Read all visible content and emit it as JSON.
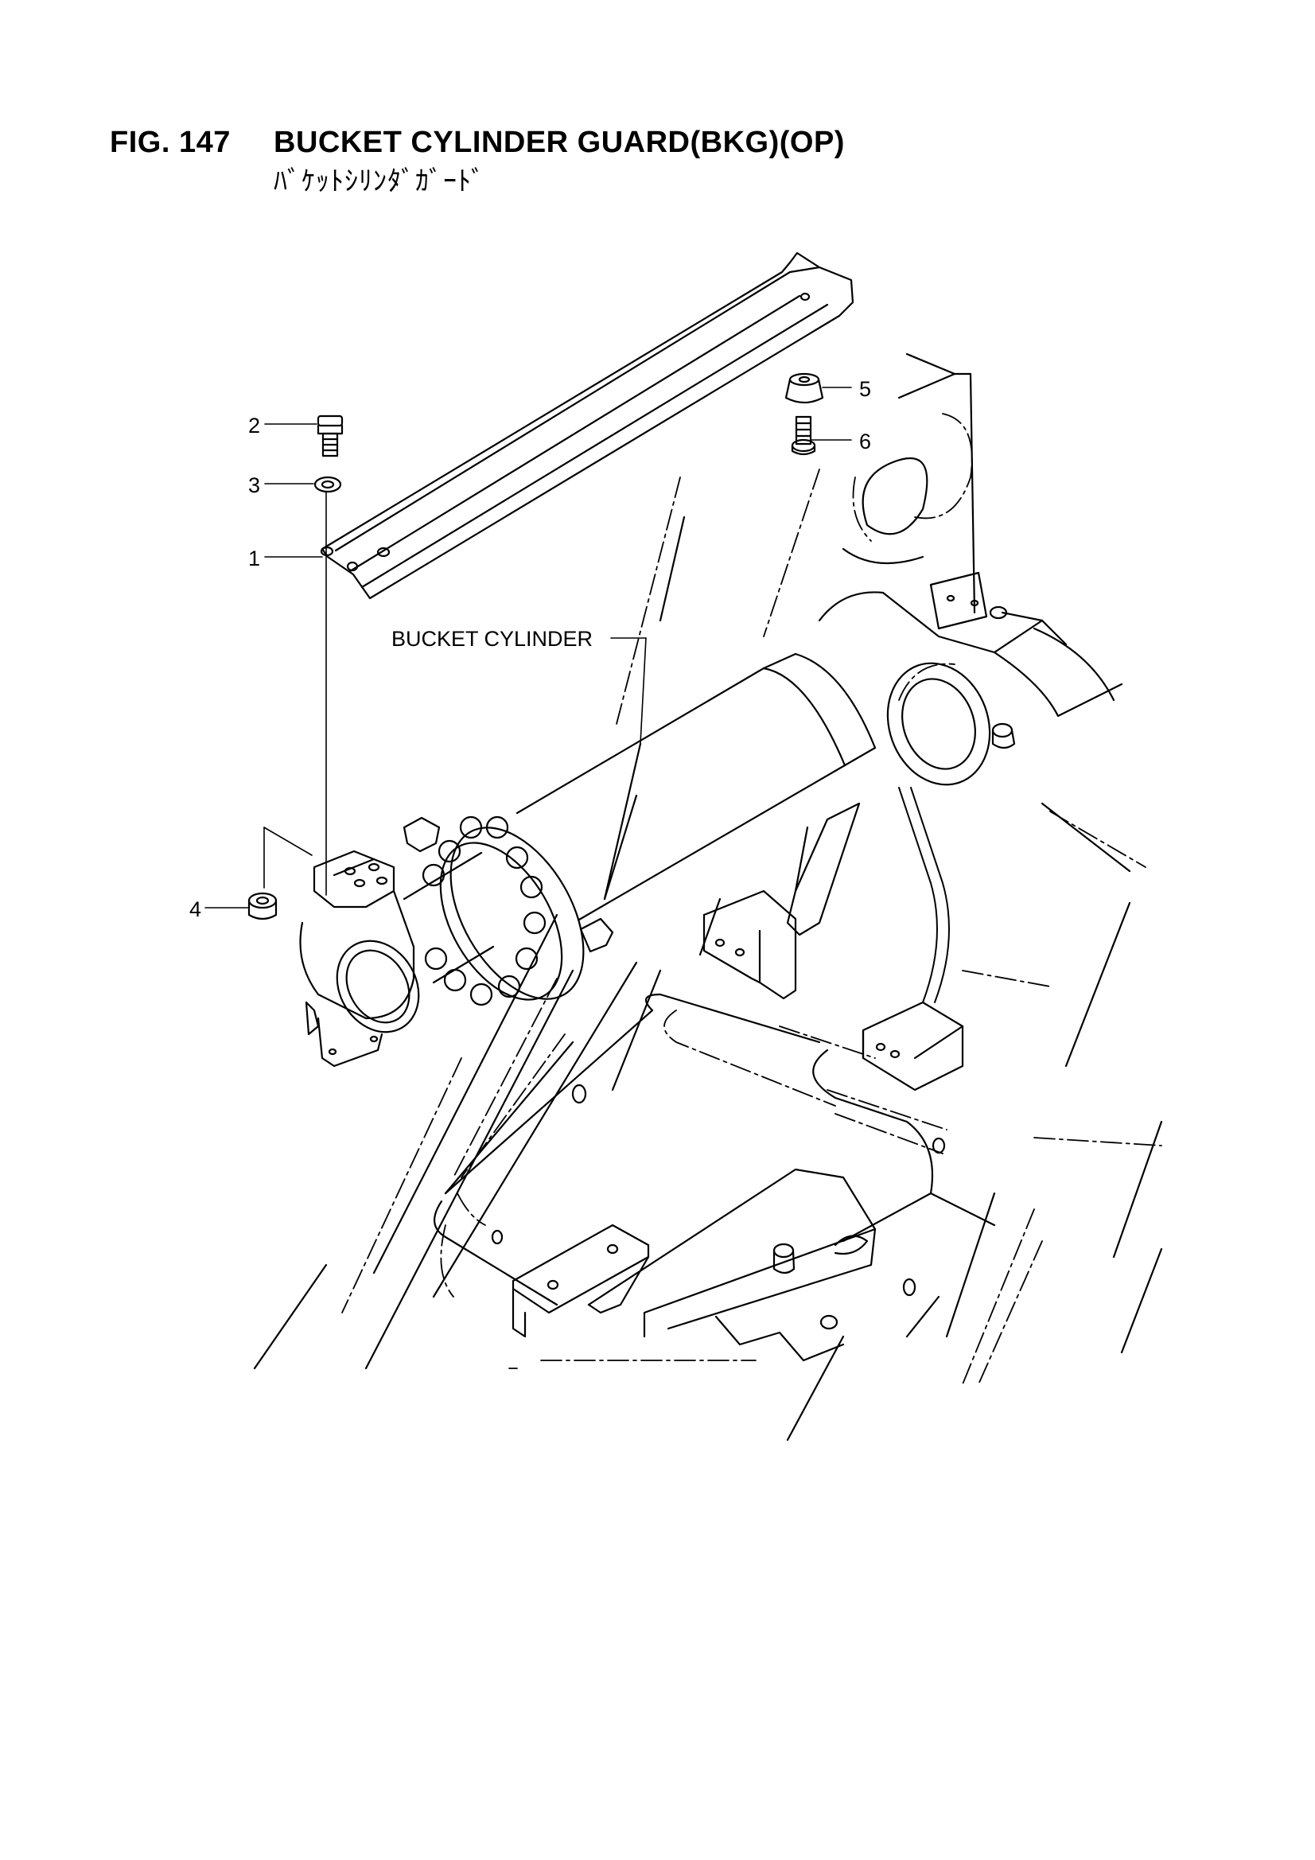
{
  "header": {
    "figure_number": "FIG. 147",
    "title": "BUCKET CYLINDER GUARD(BKG)(OP)",
    "subtitle": "ﾊﾞｹｯﾄｼﾘﾝﾀﾞｶﾞｰﾄﾞ"
  },
  "callouts": [
    {
      "number": "1"
    },
    {
      "number": "2"
    },
    {
      "number": "3"
    },
    {
      "number": "4"
    },
    {
      "number": "5"
    },
    {
      "number": "6"
    }
  ],
  "labels": {
    "bucket_cylinder": "BUCKET CYLINDER"
  },
  "colors": {
    "ink": "#000000",
    "paper": "#ffffff"
  }
}
